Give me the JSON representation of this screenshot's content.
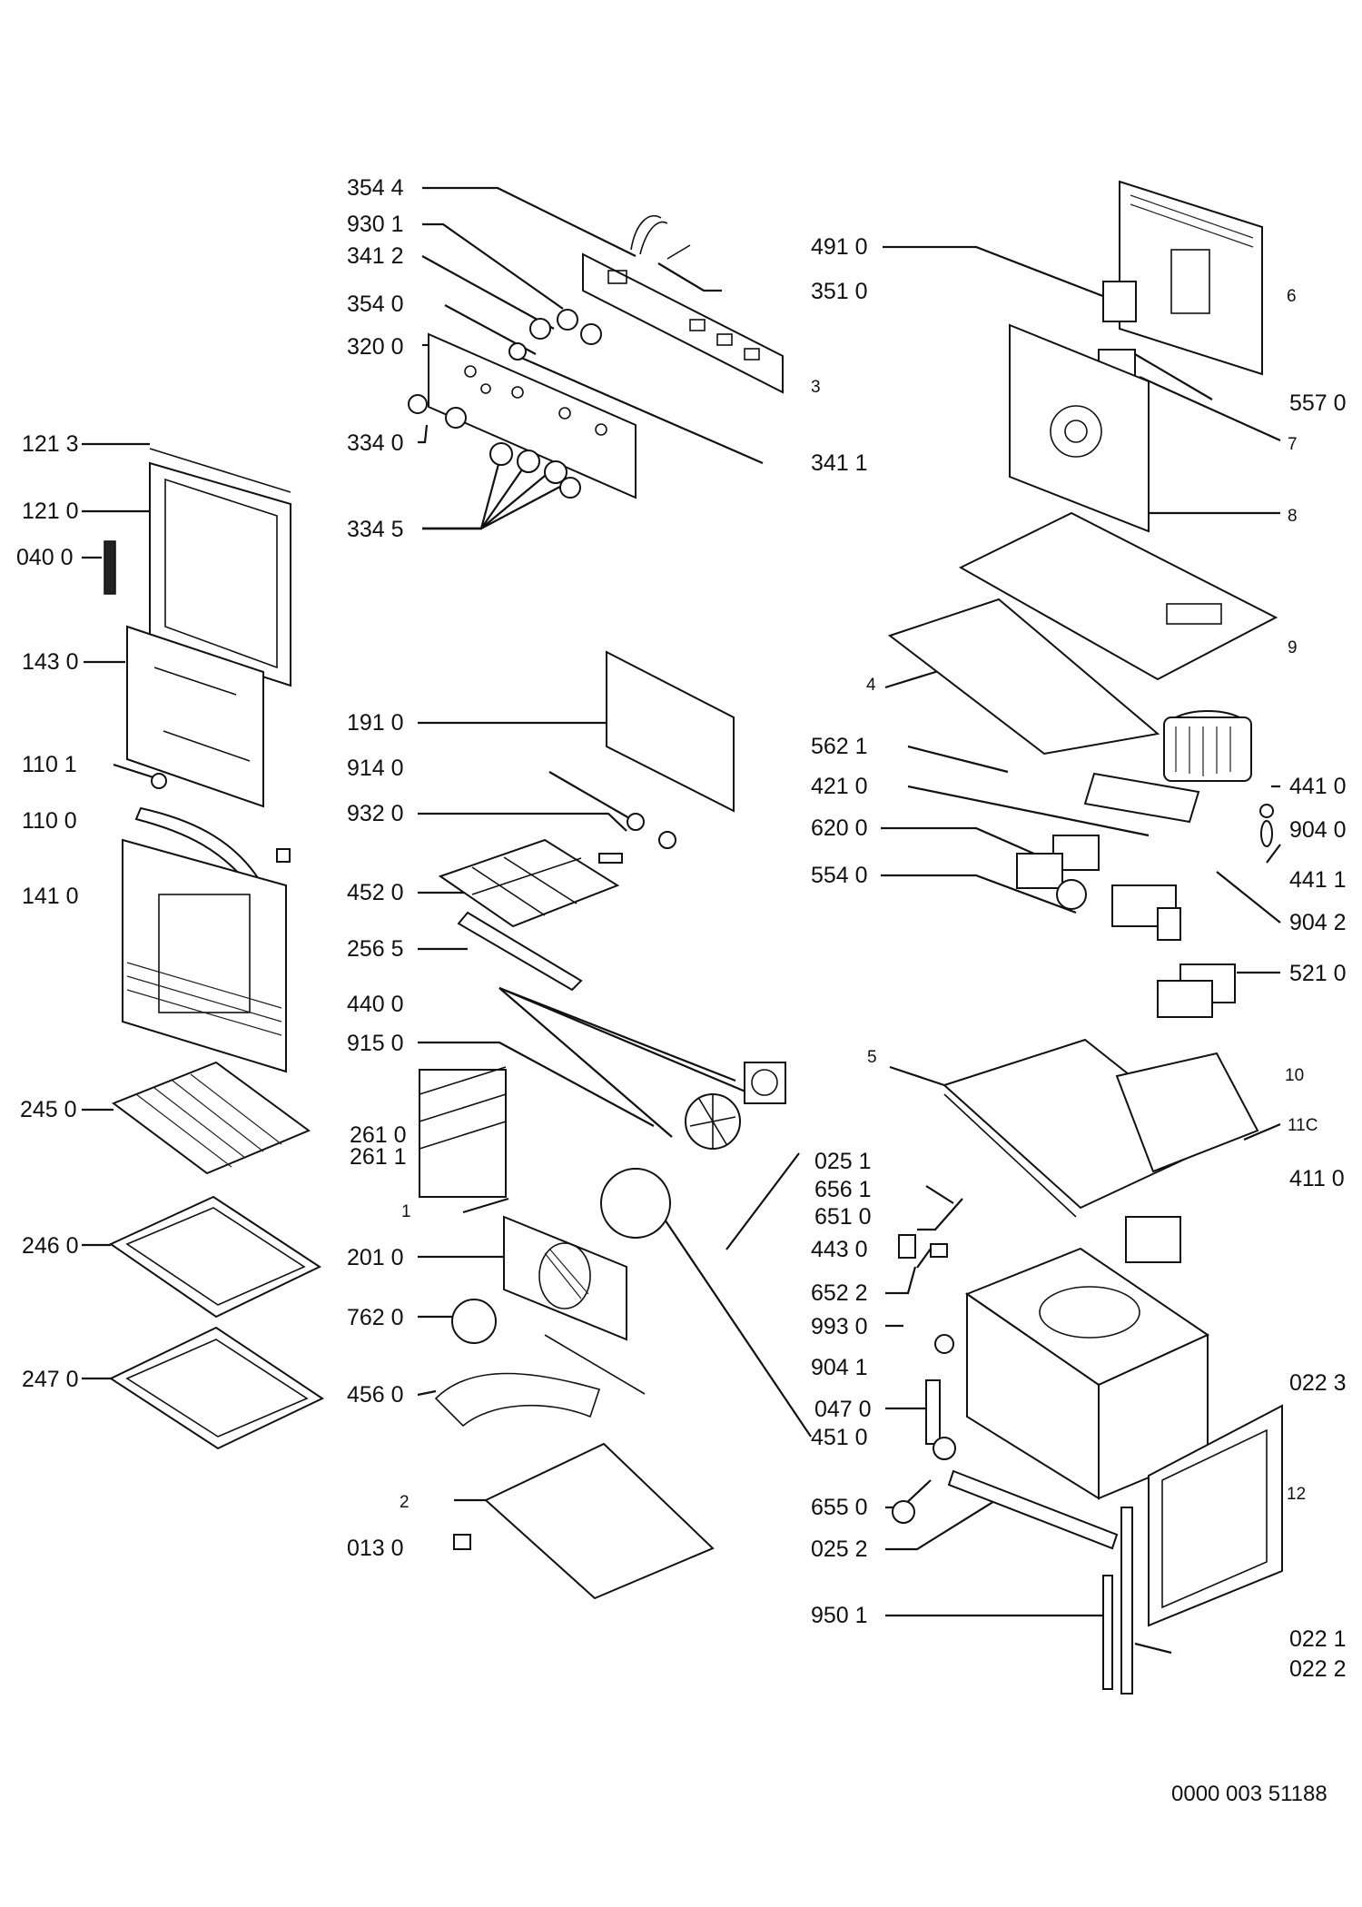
{
  "document_number": "0000 003 51188",
  "labels": {
    "l3544": "354 4",
    "l9301": "930 1",
    "l3412": "341 2",
    "l3540": "354 0",
    "l3200": "320 0",
    "l3340": "334 0",
    "l3345": "334 5",
    "l3510": "351 0",
    "l3": "3",
    "l3411": "341 1",
    "l4910": "491 0",
    "l6": "6",
    "l5570": "557 0",
    "l7": "7",
    "l8": "8",
    "l9": "9",
    "l4": "4",
    "l1213": "121 3",
    "l1210": "121 0",
    "l0400": "040 0",
    "l1430": "143 0",
    "l1101": "110 1",
    "l1100": "110 0",
    "l1410": "141 0",
    "l2450": "245 0",
    "l2460": "246 0",
    "l2470": "247 0",
    "l1910": "191 0",
    "l9140": "914 0",
    "l9320": "932 0",
    "l4520": "452 0",
    "l2565": "256 5",
    "l4400": "440 0",
    "l9150": "915 0",
    "l2610": "261 0",
    "l2611": "261 1",
    "l1": "1",
    "l2010": "201 0",
    "l7620": "762 0",
    "l4560": "456 0",
    "l2": "2",
    "l0130": "013 0",
    "l5621": "562 1",
    "l4210": "421 0",
    "l6200": "620 0",
    "l5540": "554 0",
    "l4410": "441 0",
    "l9040": "904 0",
    "l4411": "441 1",
    "l9042": "904 2",
    "l5210": "521 0",
    "l5": "5",
    "l10": "10",
    "l11c": "11C",
    "l4110": "411 0",
    "l0251": "025 1",
    "l6561": "656 1",
    "l6510": "651 0",
    "l4430": "443 0",
    "l6522": "652 2",
    "l9930": "993 0",
    "l9041": "904 1",
    "l0470": "047 0",
    "l4510": "451 0",
    "l0223": "022 3",
    "l12": "12",
    "l6550": "655 0",
    "l0252": "025 2",
    "l9501": "950 1",
    "l0221": "022 1",
    "l0222": "022 2"
  }
}
